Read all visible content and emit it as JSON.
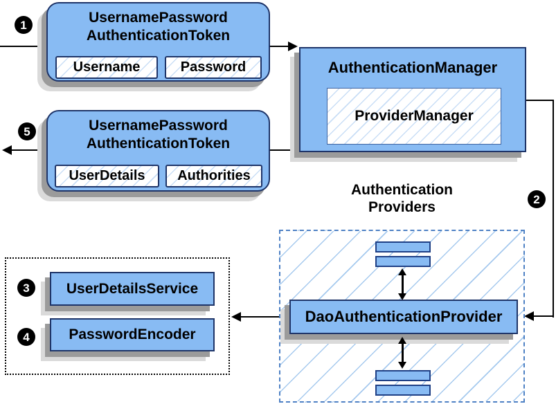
{
  "diagram": {
    "badges": {
      "b1": "1",
      "b2": "2",
      "b3": "3",
      "b4": "4",
      "b5": "5"
    },
    "request_token": {
      "title_line1": "UsernamePassword",
      "title_line2": "AuthenticationToken",
      "field1": "Username",
      "field2": "Password"
    },
    "auth_manager": {
      "title": "AuthenticationManager",
      "inner": "ProviderManager"
    },
    "response_token": {
      "title_line1": "UsernamePassword",
      "title_line2": "AuthenticationToken",
      "field1": "UserDetails",
      "field2": "Authorities"
    },
    "providers": {
      "label_line1": "Authentication",
      "label_line2": "Providers",
      "main": "DaoAuthenticationProvider"
    },
    "services": {
      "s1": "UserDetailsService",
      "s2": "PasswordEncoder"
    },
    "colors": {
      "node_fill": "#88bbf3",
      "node_border": "#1e3468",
      "hatch_line_small": "#c9def6",
      "hatch_line_large": "#a5c9ee",
      "dashed_border": "#4d80c4",
      "shadow_dark": "#9b9b9b",
      "shadow_light": "#dadada",
      "arrow": "#000000"
    }
  }
}
